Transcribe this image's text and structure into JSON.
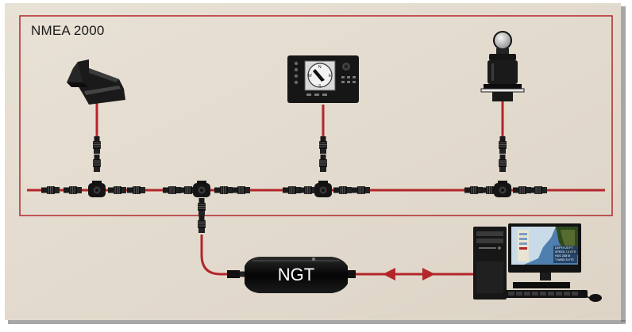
{
  "network": {
    "label": "NMEA 2000",
    "bus_color": "#b3262a",
    "background": "#e4dccf",
    "connector_color": "#111111"
  },
  "gateway": {
    "label": "NGT",
    "text_color": "#ffffff"
  },
  "devices": [
    {
      "name": "transducer",
      "icon": "transducer-icon"
    },
    {
      "name": "display",
      "icon": "compass-display-icon"
    },
    {
      "name": "antenna",
      "icon": "gps-antenna-icon"
    },
    {
      "name": "pc",
      "icon": "desktop-computer-icon"
    }
  ],
  "pc_screen": {
    "readout": [
      "DEPTH 25 FT",
      "SPEED 7.0 KTS",
      "HDG 268 M",
      "T WIND 5 KTS"
    ]
  },
  "link": {
    "bidirectional": true
  }
}
